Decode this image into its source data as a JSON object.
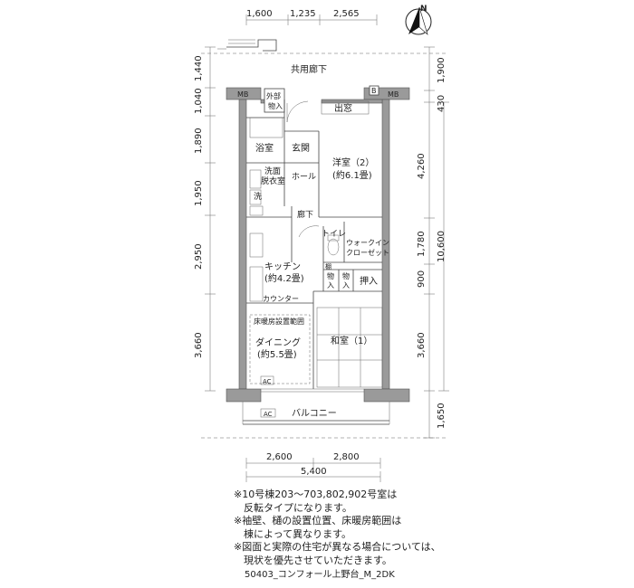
{
  "top_dims": [
    "1,600",
    "1,235",
    "2,565"
  ],
  "bottom_dims": [
    "2,600",
    "2,800"
  ],
  "bottom_total": "5,400",
  "left_dims": [
    "1,440",
    "1,040",
    "1,890",
    "1,950",
    "2,950",
    "3,660"
  ],
  "right_dims": [
    "1,900",
    "430",
    "4,260",
    "1,780",
    "900",
    "3,660",
    "1,650"
  ],
  "right_total": "10,600",
  "north_mark": "N",
  "rooms": {
    "corridor": "共用廊下",
    "mb_left": "MB",
    "mb_right": "MB",
    "b_mark": "B",
    "outer_storage_1": "外部",
    "outer_storage_2": "物入",
    "bay_window": "出窓",
    "bath": "浴室",
    "entrance": "玄関",
    "hall": "ホール",
    "washroom_1": "洗面",
    "washroom_2": "脱衣室",
    "washer": "洗",
    "western_room_1": "洋室（2）",
    "western_room_2": "(約6.1畳)",
    "hallway": "廊下",
    "toilet": "トイレ",
    "closet_1": "ウォークイン",
    "closet_2": "クローゼット",
    "shelf": "棚",
    "kitchen_1": "キッチン",
    "kitchen_2": "(約4.2畳)",
    "storage_a_1": "物",
    "storage_a_2": "入",
    "storage_b_1": "物",
    "storage_b_2": "入",
    "oshiire": "押入",
    "counter": "カウンター",
    "floor_heating": "床暖房設置範囲",
    "dining_1": "ダイニング",
    "dining_2": "(約5.5畳)",
    "japanese_room": "和室（1）",
    "ac_indoor": "AC",
    "ac_outdoor": "AC",
    "balcony": "バルコニー"
  },
  "notes": [
    "※10号棟203～703,802,902号室は",
    "　反転タイプになります。",
    "※袖壁、樋の設置位置、床暖房範囲は",
    "　棟によって異なります。",
    "※図面と実際の住宅が異なる場合については、",
    "　現状を優先させていただきます。"
  ],
  "file_code": "50403_コンフォール上野台_M_2DK"
}
